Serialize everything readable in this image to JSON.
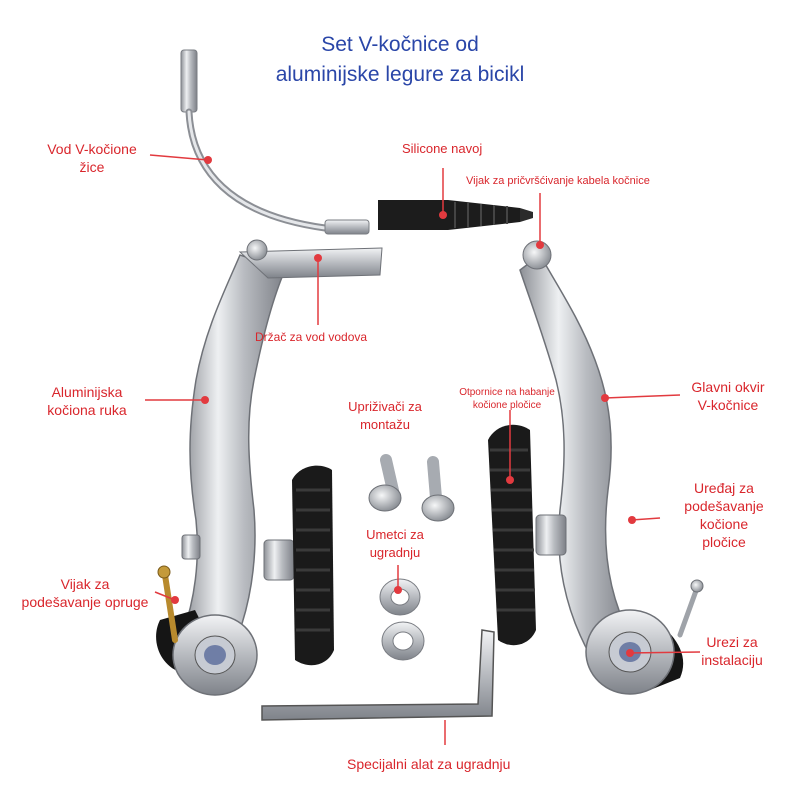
{
  "title": {
    "line1": "Set V-kočnice od",
    "line2": "aluminijske legure za bicikl"
  },
  "labels": {
    "cable_guide": [
      "Vod V-kočione",
      "žice"
    ],
    "silicone_sleeve": "Silicone navoj",
    "cable_fix_screw": "Vijak za pričvršćivanje kabela kočnice",
    "guide_holder": "Držač za vod vodova",
    "aluminum_arm": [
      "Aluminijska",
      "kočiona ruka"
    ],
    "mounting_bolts": [
      "Upriživači za",
      "montažu"
    ],
    "pad_wear": [
      "Otpornice na habanje",
      "kočione pločice"
    ],
    "main_frame": [
      "Glavni okvir",
      "V-kočnice"
    ],
    "inserts": [
      "Umetci za",
      "ugradnju"
    ],
    "pad_adjuster": [
      "Uređaj za",
      "podešavanje",
      "kočione",
      "pločice"
    ],
    "spring_screw": [
      "Vijak za",
      "podešavanje opruge"
    ],
    "notches": [
      "Urezi za",
      "instalaciju"
    ],
    "tool": "Specijalni alat za ugradnju"
  },
  "colors": {
    "title": "#2a46a8",
    "label": "#d9262c",
    "marker": "#e23a3f",
    "metal": "#c9ccd0",
    "rubber": "#1c1c1c"
  }
}
